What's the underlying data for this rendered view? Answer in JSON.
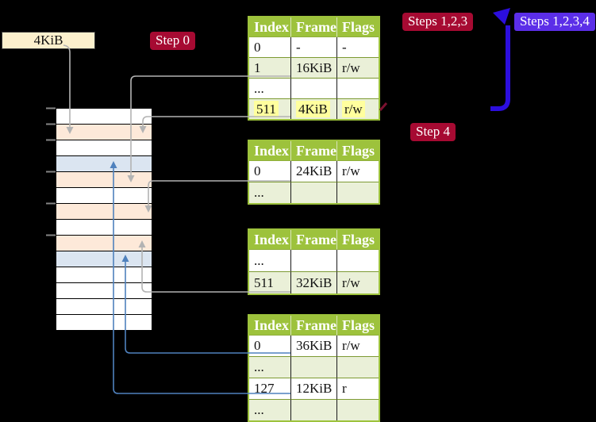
{
  "colors": {
    "background": "#000000",
    "table_header_green": "#9dc23c",
    "table_row_shaded": "#eaf0d8",
    "highlight_yellow": "#ffff9e",
    "strip_peach": "#fde9d9",
    "strip_light_blue": "#dbe5f1",
    "badge_red": "#a60a32",
    "badge_blue_violet": "#5b2ee8",
    "connector_gray": "#b3b3b3",
    "connector_steel_blue": "#4f81bd",
    "loop_arrow_blue": "#2c0edd"
  },
  "page_size_box": {
    "label": "4KiB"
  },
  "badges": {
    "step0": "Step 0",
    "steps123": "Steps 1,2,3",
    "steps1234": "Steps 1,2,3,4",
    "step4": "Step 4"
  },
  "memory_strip": {
    "rows": [
      "white",
      "peach",
      "white",
      "blue",
      "peach",
      "white",
      "peach",
      "white",
      "peach",
      "blue",
      "white",
      "white",
      "white",
      "white"
    ],
    "tick_count": 6
  },
  "page_tables": [
    {
      "name": "level-4-table",
      "headers": [
        "Index",
        "Frame",
        "Flags"
      ],
      "rows": [
        {
          "cells": [
            "0",
            "-",
            "-"
          ],
          "shaded": false,
          "highlight": false
        },
        {
          "cells": [
            "1",
            "16KiB",
            "r/w"
          ],
          "shaded": true,
          "highlight": false
        },
        {
          "cells": [
            "...",
            "",
            ""
          ],
          "shaded": false,
          "highlight": false
        },
        {
          "cells": [
            "511",
            "4KiB",
            "r/w"
          ],
          "shaded": true,
          "highlight": true
        }
      ]
    },
    {
      "name": "level-3-table",
      "headers": [
        "Index",
        "Frame",
        "Flags"
      ],
      "rows": [
        {
          "cells": [
            "0",
            "24KiB",
            "r/w"
          ],
          "shaded": false,
          "highlight": false
        },
        {
          "cells": [
            "...",
            "",
            ""
          ],
          "shaded": true,
          "highlight": false
        }
      ]
    },
    {
      "name": "level-2-table",
      "headers": [
        "Index",
        "Frame",
        "Flags"
      ],
      "rows": [
        {
          "cells": [
            "...",
            "",
            ""
          ],
          "shaded": false,
          "highlight": false
        },
        {
          "cells": [
            "511",
            "32KiB",
            "r/w"
          ],
          "shaded": true,
          "highlight": false
        }
      ]
    },
    {
      "name": "level-1-table",
      "headers": [
        "Index",
        "Frame",
        "Flags"
      ],
      "rows": [
        {
          "cells": [
            "0",
            "36KiB",
            "r/w"
          ],
          "shaded": false,
          "highlight": false
        },
        {
          "cells": [
            "...",
            "",
            ""
          ],
          "shaded": true,
          "highlight": false
        },
        {
          "cells": [
            "127",
            "12KiB",
            "r"
          ],
          "shaded": false,
          "highlight": false
        },
        {
          "cells": [
            "...",
            "",
            ""
          ],
          "shaded": true,
          "highlight": false
        }
      ]
    }
  ]
}
